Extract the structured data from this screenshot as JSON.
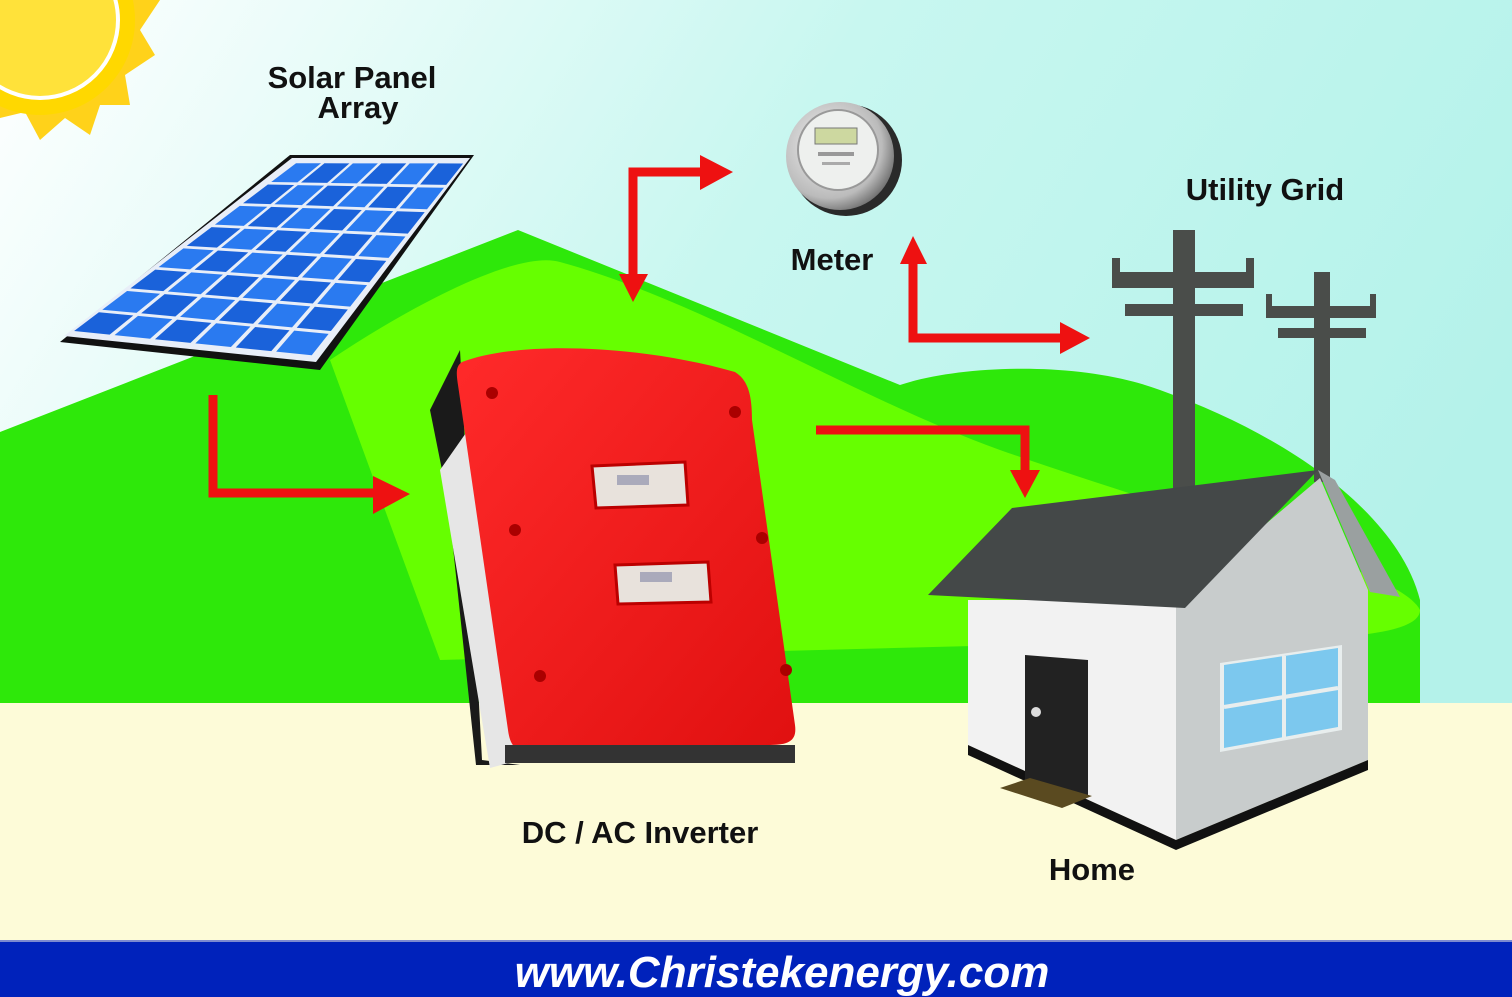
{
  "labels": {
    "solar_line1": "Solar Panel",
    "solar_line2": "Array",
    "meter": "Meter",
    "utility_grid": "Utility Grid",
    "inverter": "DC / AC Inverter",
    "home": "Home"
  },
  "footer": {
    "url": "www.Christekenergy.com"
  },
  "colors": {
    "arrow": "#ee1111",
    "banner": "#0022bb",
    "hill_dark": "#2ee80a",
    "hill_light": "#66ff00",
    "ground": "#fdfbd8",
    "inverter": "#f41a1a",
    "panel": "#1f6fe0"
  }
}
